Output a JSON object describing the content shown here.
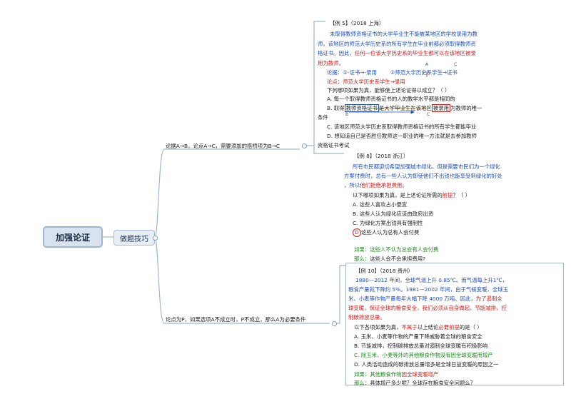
{
  "root": "加强论证",
  "tips": "做题技巧",
  "branches": {
    "b1": "论据A→B，论点A→C，需要添加的搭桥项为B→C",
    "b2": "论点为P，如果选项A不成立时，P不成立，那么A为必要条件"
  },
  "ex5": {
    "title": "【例 5】（2018 上海）",
    "p1": "未取得教师资格证书的大学毕业生不能被某地区的学校录用为教",
    "p2": "师。该地区的师范大学历史系的所有学生在毕业前都必须取得教师资",
    "p3a": "格证书。因此，",
    "p3b": "任何一位该大学历史系的毕业生都可以在该地区被录",
    "p4": "用为教师。",
    "lunju_a": "论据：①-证书→-录用",
    "lunju_b": "②师范大学历史系学生→证书",
    "lundian": "论点：师范大学历史系学生→录用",
    "q": "下列哪项如果为真，能够使上述论证得以成立？（  ）",
    "oA": "A. 每一个取得教师资格证书的人的教学水平都是相同的",
    "oB1a": "B. 取得",
    "oB1b": "教师资格证书",
    "oB1c": "是大学毕业生在该地区",
    "oB1d": "被录用",
    "oB1e": "为教师的唯一",
    "oB2": "条件",
    "oC": "C. 该地区师范大学历史系取得教师资格证书的所有学生都能毕业",
    "oD1": "D. 想知道自己是否胜任教师这一职业的唯一方法就是去参加教师",
    "oD2": "资格证书考试",
    "lbl_a": "A",
    "lbl_b": "B",
    "lbl_c": "C"
  },
  "ex8": {
    "title": "【例 8】（2018 浙江）",
    "p1": "所有市民都迫切希望加强城市绿化，但是需要市民们为一个绿化",
    "p2": "方案付费时，总有一些人认为即使他们不出钱也能享受到绿化的好处",
    "p3a": "，所以",
    "p3b": "他们拒绝承担费用",
    "p3c": "。",
    "q_a": "以下哪项如果为真，是上述论证所需的",
    "q_b": "前提",
    "q_c": "？（  ）",
    "oA": "A. 这些人喜欢占小便宜",
    "oB": "B. 这些人认为绿化应该由政府出资",
    "oC": "C. 为绿化方案出钱具有强制性",
    "oD_mark": "D",
    "oD": "这些人认为总有人会付费",
    "ifa": "如果：",
    "ifb": "这些人不认为总会有人会付费",
    "thena": "那么：",
    "thenb": "这些人会不会承担费用?"
  },
  "ex10": {
    "title": "【例 10】（2018 贵州）",
    "p1": "1880—2012 年间，全球气温上升 0.85℃。而气温每上升1℃，",
    "p2": "粮食产量就下降约 5%。1981—2002 年间，由于气候变暖，全球玉",
    "p3": "米、小麦等作物产量每年大幅下降 4000 万吨。因此，",
    "p3r": "为了遏制全",
    "p4": "球变暖，保证全球的粮食安全，我们必须从自身做起，节能减排，控",
    "p5": "制碳排放总量。",
    "q_a": "以下各项如果为真，",
    "q_b": "不属于",
    "q_c": "以上结论",
    "q_d": "必要前提",
    "q_e": "的是（  ）",
    "oA": "A. 玉米、小麦等作物的产量下降威胁着全球的粮食安全",
    "oB": "B. 节能减排，控制碳排放总量对遏制全球变暖有积极影响",
    "oC": "C. 除玉米、小麦等外的其他粮食作物没有因全球变暖而增产",
    "oD": "D. 人类活动造成的碳排放总量增多是全球日益变暖的原因之一",
    "ifa": "如果：",
    "ifb": "其他粮食作物",
    "ifc": "因全球变暖增产",
    "thena": "那么：",
    "thenb": "具体增产多少呢？全球存在粮食安全问题么？"
  },
  "colors": {
    "blue": "#1f4fbf",
    "red": "#d41c1c",
    "green": "#1f8a1f",
    "node_fill": "#d8e3ef",
    "node_border": "#9fb6cf"
  }
}
